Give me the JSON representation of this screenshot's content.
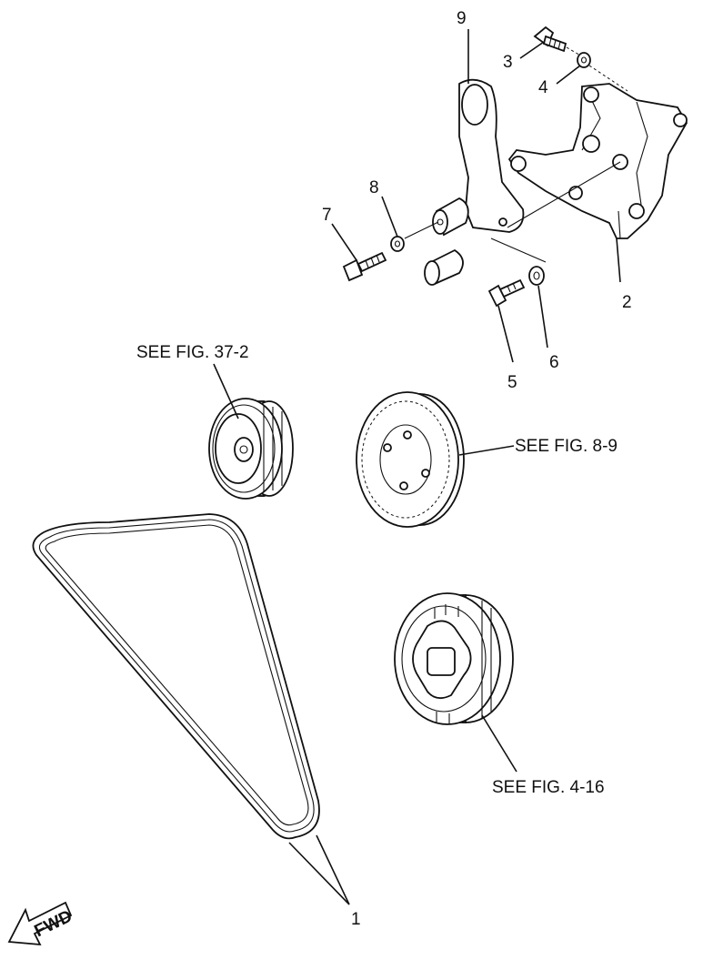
{
  "callouts": {
    "c1": "1",
    "c2": "2",
    "c3": "3",
    "c4": "4",
    "c5": "5",
    "c6": "6",
    "c7": "7",
    "c8": "8",
    "c9": "9"
  },
  "references": {
    "alternator": "SEE FIG. 37-2",
    "water_pump": "SEE FIG. 8-9",
    "crank": "SEE FIG. 4-16"
  },
  "fwd_label": "FWD"
}
